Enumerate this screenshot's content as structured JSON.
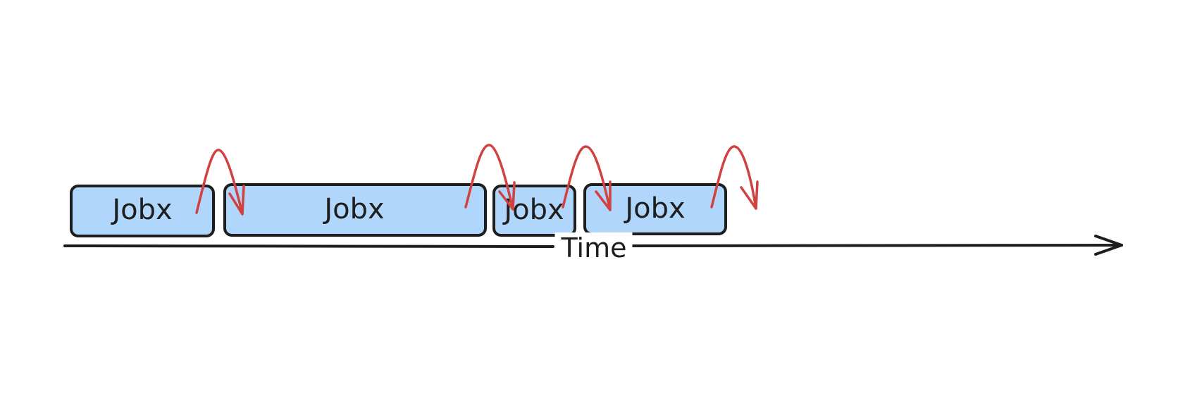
{
  "colors": {
    "job_fill": "#b1d6fb",
    "stroke": "#1e1e1e",
    "arrow": "#d0413f",
    "background": "#ffffff"
  },
  "jobs": [
    {
      "label": "Jobx"
    },
    {
      "label": "Jobx"
    },
    {
      "label": "Jobx"
    },
    {
      "label": "Jobx"
    }
  ],
  "axis": {
    "label": "Time"
  }
}
